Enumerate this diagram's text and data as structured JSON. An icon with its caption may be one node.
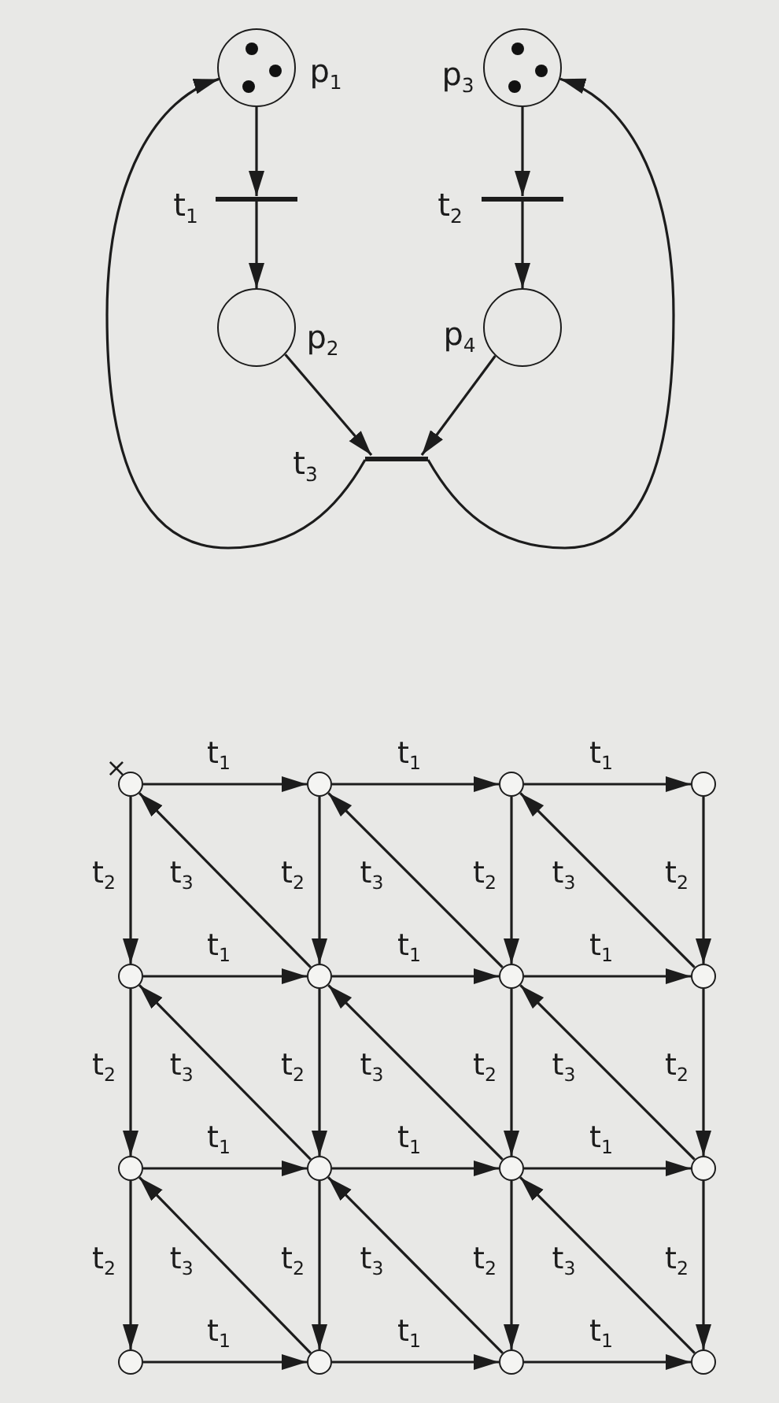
{
  "diagram": {
    "nodes": [
      {
        "text": [],
        "shape": "circle",
        "beside": [
          "p$_{1}$"
        ]
      },
      {
        "text": [],
        "shape": "circle",
        "beside": [
          "p$_{3}$"
        ]
      },
      {
        "text": [],
        "shape": "bar",
        "beside": [
          "t$_{1}$"
        ]
      },
      {
        "text": [],
        "shape": "bar",
        "beside": [
          "t$_{2}$"
        ]
      },
      {
        "text": [],
        "shape": "circle",
        "beside": [
          "p$_{2}$"
        ]
      },
      {
        "text": [],
        "shape": "circle",
        "beside": [
          "p$_{4}$"
        ]
      },
      {
        "text": [],
        "shape": "bar",
        "beside": [
          "t$_{3}$"
        ]
      },
      {
        "text": [],
        "shape": "circle",
        "beside": [
          "×"
        ]
      },
      {
        "text": [],
        "shape": "circle"
      },
      {
        "text": [],
        "shape": "circle"
      },
      {
        "text": [],
        "shape": "circle"
      },
      {
        "text": [],
        "shape": "circle"
      },
      {
        "text": [],
        "shape": "circle"
      },
      {
        "text": [],
        "shape": "circle"
      },
      {
        "text": [],
        "shape": "circle"
      },
      {
        "text": [],
        "shape": "circle"
      },
      {
        "text": [],
        "shape": "circle"
      },
      {
        "text": [],
        "shape": "circle"
      },
      {
        "text": [],
        "shape": "circle"
      },
      {
        "text": [],
        "shape": "circle"
      },
      {
        "text": [],
        "shape": "circle"
      },
      {
        "text": [],
        "shape": "circle"
      },
      {
        "text": [],
        "shape": "circle"
      }
    ],
    "edges": [
      {
        "from": 0,
        "to": 2,
        "arrow": "to"
      },
      {
        "from": 2,
        "to": 4,
        "arrow": "to"
      },
      {
        "from": 1,
        "to": 3,
        "arrow": "to"
      },
      {
        "from": 3,
        "to": 5,
        "arrow": "to"
      },
      {
        "from": 4,
        "to": 6,
        "arrow": "to"
      },
      {
        "from": 5,
        "to": 6,
        "arrow": "to"
      },
      {
        "from": 6,
        "to": 0,
        "arrow": "to"
      },
      {
        "from": 6,
        "to": 1,
        "arrow": "to"
      },
      {
        "from": 7,
        "to": 8,
        "arrow": "to",
        "label": "t$_{1}$"
      },
      {
        "from": 8,
        "to": 9,
        "arrow": "to",
        "label": "t$_{1}$"
      },
      {
        "from": 9,
        "to": 10,
        "arrow": "to",
        "label": "t$_{1}$"
      },
      {
        "from": 11,
        "to": 12,
        "arrow": "to",
        "label": "t$_{1}$"
      },
      {
        "from": 12,
        "to": 13,
        "arrow": "to",
        "label": "t$_{1}$"
      },
      {
        "from": 13,
        "to": 14,
        "arrow": "to",
        "label": "t$_{1}$"
      },
      {
        "from": 15,
        "to": 16,
        "arrow": "to",
        "label": "t$_{1}$"
      },
      {
        "from": 16,
        "to": 17,
        "arrow": "to",
        "label": "t$_{1}$"
      },
      {
        "from": 17,
        "to": 18,
        "arrow": "to",
        "label": "t$_{1}$"
      },
      {
        "from": 19,
        "to": 20,
        "arrow": "to",
        "label": "t$_{1}$"
      },
      {
        "from": 20,
        "to": 21,
        "arrow": "to",
        "label": "t$_{1}$"
      },
      {
        "from": 21,
        "to": 22,
        "arrow": "to",
        "label": "t$_{1}$"
      },
      {
        "from": 7,
        "to": 11,
        "arrow": "to",
        "label": "t$_{2}$"
      },
      {
        "from": 11,
        "to": 15,
        "arrow": "to",
        "label": "t$_{2}$"
      },
      {
        "from": 15,
        "to": 19,
        "arrow": "to",
        "label": "t$_{2}$"
      },
      {
        "from": 8,
        "to": 12,
        "arrow": "to",
        "label": "t$_{2}$"
      },
      {
        "from": 12,
        "to": 16,
        "arrow": "to",
        "label": "t$_{2}$"
      },
      {
        "from": 16,
        "to": 20,
        "arrow": "to",
        "label": "t$_{2}$"
      },
      {
        "from": 9,
        "to": 13,
        "arrow": "to",
        "label": "t$_{2}$"
      },
      {
        "from": 13,
        "to": 17,
        "arrow": "to",
        "label": "t$_{2}$"
      },
      {
        "from": 17,
        "to": 21,
        "arrow": "to",
        "label": "t$_{2}$"
      },
      {
        "from": 10,
        "to": 14,
        "arrow": "to",
        "label": "t$_{2}$"
      },
      {
        "from": 14,
        "to": 18,
        "arrow": "to",
        "label": "t$_{2}$"
      },
      {
        "from": 18,
        "to": 22,
        "arrow": "to",
        "label": "t$_{2}$"
      },
      {
        "from": 12,
        "to": 7,
        "arrow": "to",
        "label": "t$_{3}$"
      },
      {
        "from": 13,
        "to": 8,
        "arrow": "to",
        "label": "t$_{3}$"
      },
      {
        "from": 14,
        "to": 9,
        "arrow": "to",
        "label": "t$_{3}$"
      },
      {
        "from": 16,
        "to": 11,
        "arrow": "to",
        "label": "t$_{3}$"
      },
      {
        "from": 17,
        "to": 12,
        "arrow": "to",
        "label": "t$_{3}$"
      },
      {
        "from": 18,
        "to": 13,
        "arrow": "to",
        "label": "t$_{3}$"
      },
      {
        "from": 20,
        "to": 15,
        "arrow": "to",
        "label": "t$_{3}$"
      },
      {
        "from": 21,
        "to": 16,
        "arrow": "to",
        "label": "t$_{3}$"
      },
      {
        "from": 22,
        "to": 17,
        "arrow": "to",
        "label": "t$_{3}$"
      }
    ]
  }
}
